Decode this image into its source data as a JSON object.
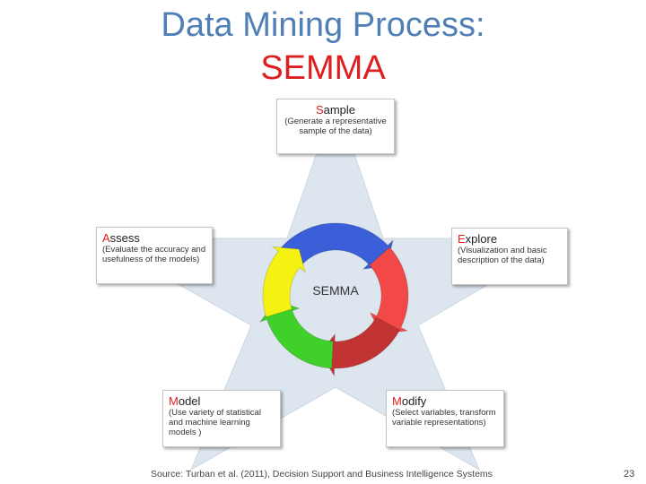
{
  "title": {
    "line1": "Data Mining Process:",
    "line2": "SEMMA"
  },
  "center_label": "SEMMA",
  "steps": {
    "sample": {
      "initial": "S",
      "rest": "ample",
      "description": "(Generate a representative sample of the data)"
    },
    "explore": {
      "initial": "E",
      "rest": "xplore",
      "description": "(Visualization and basic description of the data)"
    },
    "modify": {
      "initial": "M",
      "rest": "odify",
      "description": "(Select variables, transform variable representations)"
    },
    "model": {
      "initial": "M",
      "rest": "odel",
      "description": "(Use variety of statistical and machine learning models )"
    },
    "assess": {
      "initial": "A",
      "rest": "ssess",
      "description": "(Evaluate the accuracy and usefulness of the models)"
    }
  },
  "colors": {
    "sample_arrow": "#3a5fd9",
    "explore_arrow": "#f24848",
    "modify_arrow": "#c23434",
    "model_arrow": "#3fd02a",
    "assess_arrow": "#f5f212",
    "star_fill": "#dde6ee",
    "title_blue": "#4f7fb5",
    "title_red": "#dd1f1f",
    "initial_red": "#e02020"
  },
  "footer": {
    "source": "Source:  Turban et al. (2011), Decision Support and Business Intelligence Systems",
    "page_number": "23"
  }
}
